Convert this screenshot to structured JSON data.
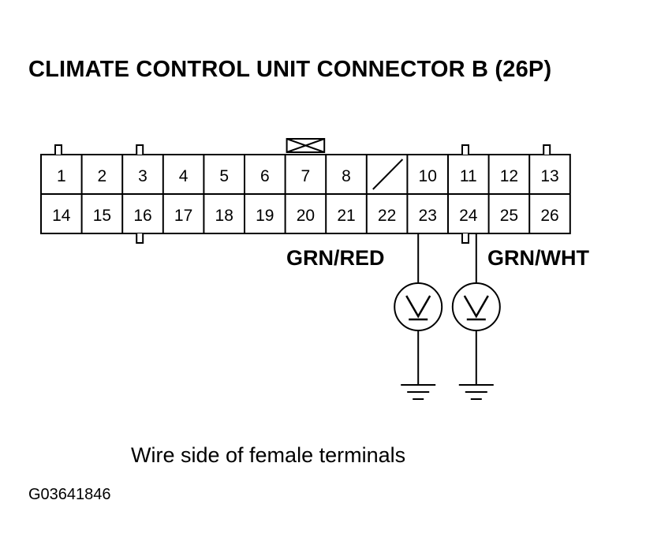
{
  "title": "CLIMATE CONTROL UNIT CONNECTOR B (26P)",
  "caption": "Wire side of female terminals",
  "figure_code": "G03641846",
  "connector": {
    "rows": [
      [
        "1",
        "2",
        "3",
        "4",
        "5",
        "6",
        "7",
        "8",
        "",
        "10",
        "11",
        "12",
        "13"
      ],
      [
        "14",
        "15",
        "16",
        "17",
        "18",
        "19",
        "20",
        "21",
        "22",
        "23",
        "24",
        "25",
        "26"
      ]
    ],
    "unused_cavities": [
      "9"
    ],
    "locking_tab_terminal": "7"
  },
  "probes": [
    {
      "terminal": "23",
      "wire_color": "GRN/RED",
      "meter": "voltmeter-icon",
      "ground": "ground-icon"
    },
    {
      "terminal": "24",
      "wire_color": "GRN/WHT",
      "meter": "voltmeter-icon",
      "ground": "ground-icon"
    }
  ]
}
